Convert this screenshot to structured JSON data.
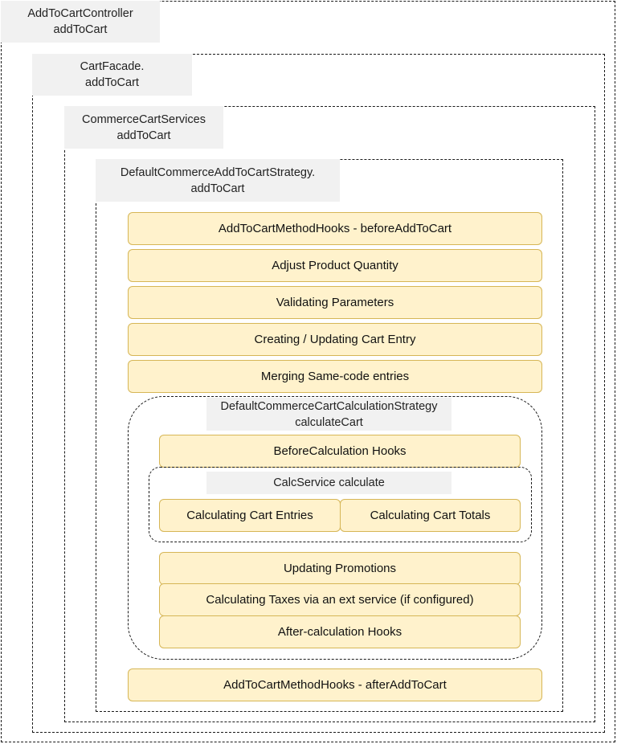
{
  "frames": {
    "controller": {
      "title_line1": "AddToCartController",
      "title_line2": "addToCart"
    },
    "facade": {
      "title_line1": "CartFacade.",
      "title_line2": "addToCart"
    },
    "services": {
      "title_line1": "CommerceCartServices",
      "title_line2": "addToCart"
    },
    "strategy": {
      "title_line1": "DefaultCommerceAddToCartStrategy.",
      "title_line2": "addToCart"
    },
    "calculation": {
      "title_line1": "DefaultCommerceCartCalculationStrategy",
      "title_line2": "calculateCart"
    },
    "calc_service": {
      "title": "CalcService calculate"
    }
  },
  "steps": {
    "before_add_hooks": "AddToCartMethodHooks - beforeAddToCart",
    "adjust_quantity": "Adjust Product Quantity",
    "validating_parameters": "Validating Parameters",
    "creating_updating_entry": "Creating / Updating Cart Entry",
    "merging_entries": "Merging Same-code entries",
    "before_calculation_hooks": "BeforeCalculation Hooks",
    "calculating_entries": "Calculating Cart Entries",
    "calculating_totals": "Calculating Cart Totals",
    "updating_promotions": "Updating Promotions",
    "calculating_taxes": "Calculating Taxes via an ext service (if configured)",
    "after_calculation_hooks": "After-calculation Hooks",
    "after_add_hooks": "AddToCartMethodHooks - afterAddToCart"
  },
  "colors": {
    "step_fill": "#fff2cc",
    "step_border": "#d6b656",
    "label_fill": "#f1f1f1",
    "frame_stroke": "#1a1a1a"
  }
}
